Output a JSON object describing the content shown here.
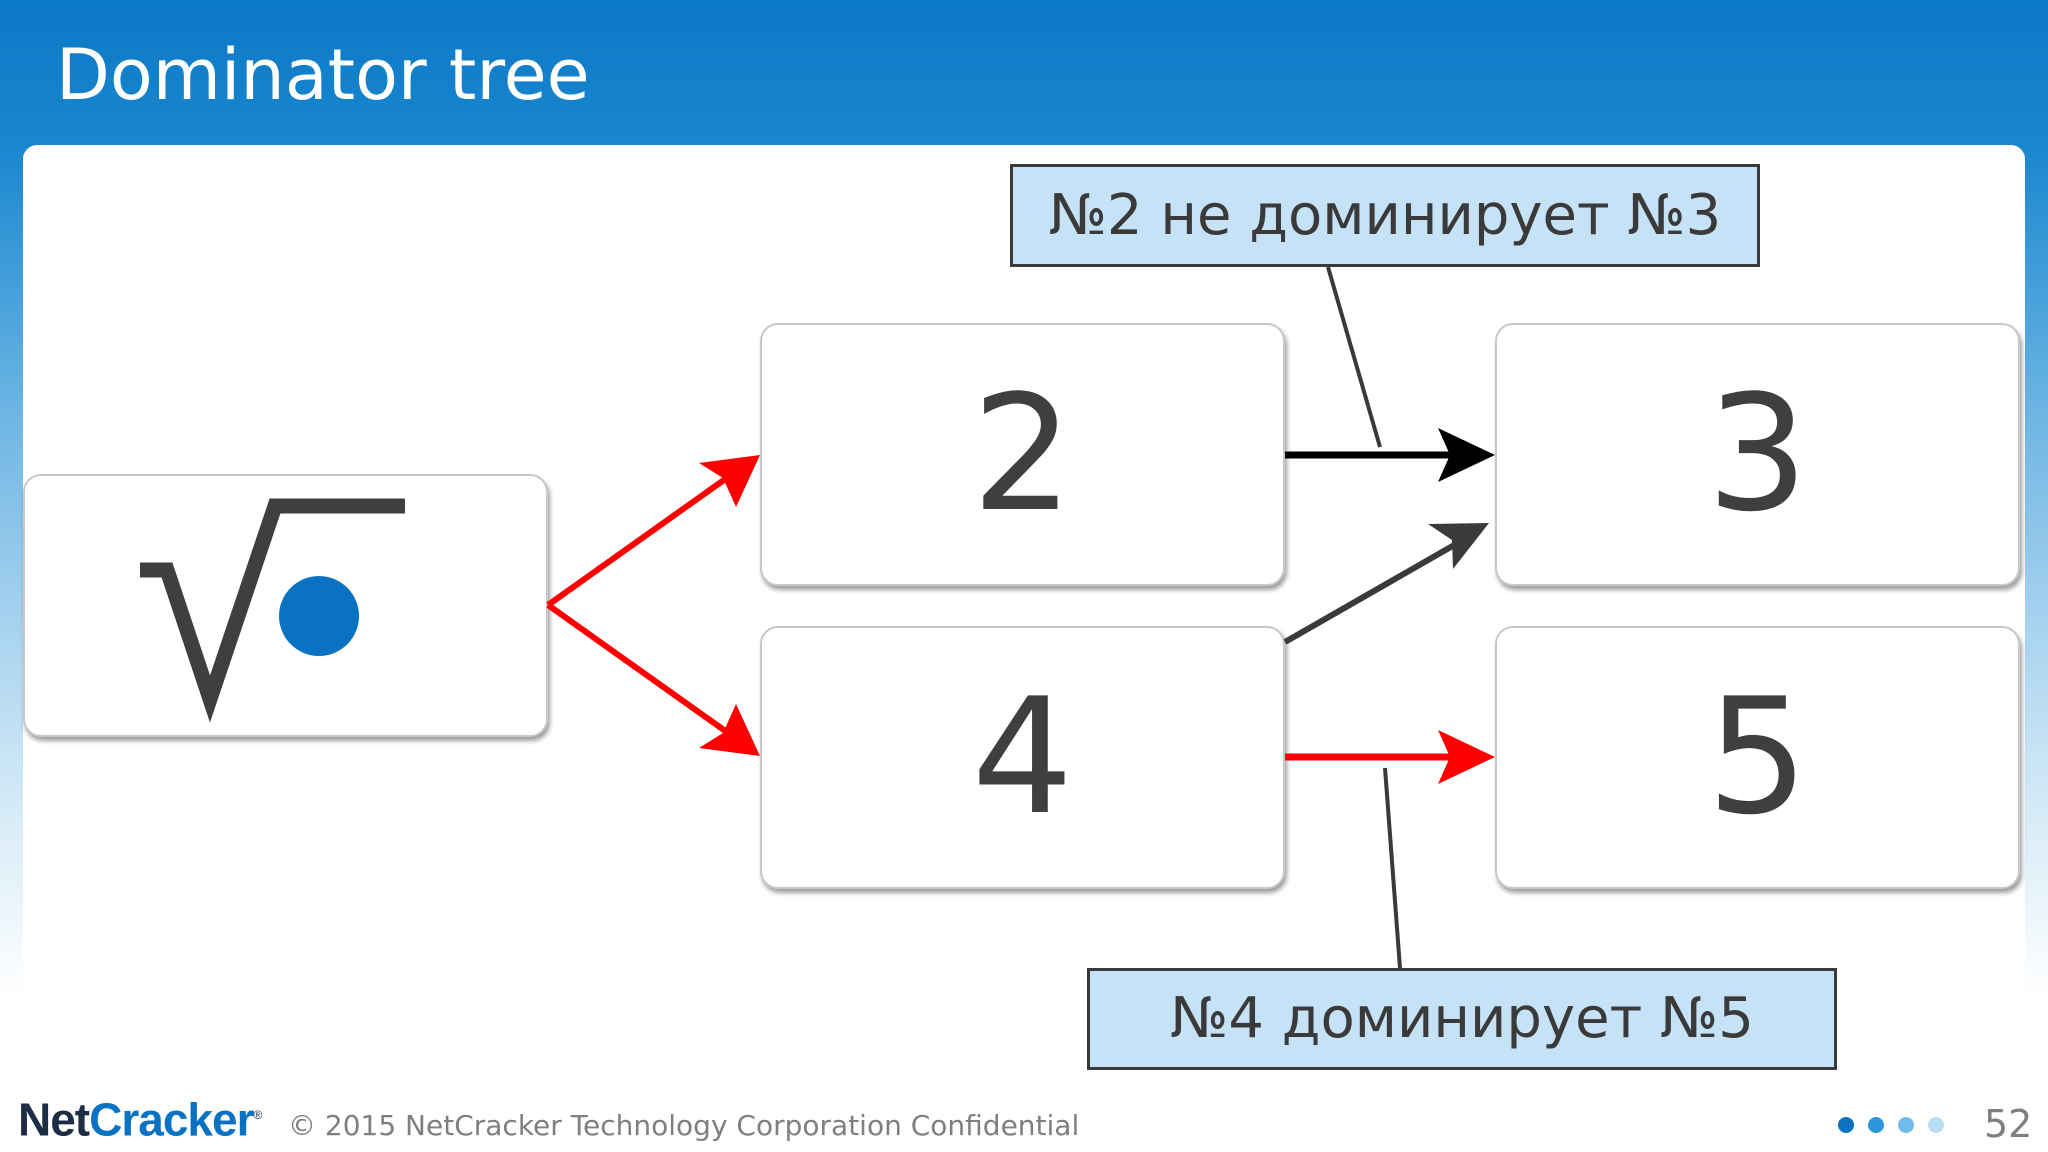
{
  "slide": {
    "title": "Dominator tree"
  },
  "diagram": {
    "nodes": [
      {
        "id": "root",
        "label": ""
      },
      {
        "id": "n2",
        "label": "2"
      },
      {
        "id": "n3",
        "label": "3"
      },
      {
        "id": "n4",
        "label": "4"
      },
      {
        "id": "n5",
        "label": "5"
      }
    ],
    "edges": [
      {
        "from": "root",
        "to": "n2",
        "color": "#ff0000"
      },
      {
        "from": "root",
        "to": "n4",
        "color": "#ff0000"
      },
      {
        "from": "n2",
        "to": "n3",
        "color": "#000000"
      },
      {
        "from": "n4",
        "to": "n3",
        "color": "#3a3a3a"
      },
      {
        "from": "n4",
        "to": "n5",
        "color": "#ff0000"
      }
    ],
    "callouts": {
      "top": "№2 не доминирует №3",
      "bottom": "№4 доминирует №5"
    },
    "root_icon": {
      "name": "root-logo-icon",
      "color_dot": "#0a72c2",
      "color_mark": "#3f3f3f"
    }
  },
  "footer": {
    "logo_net": "Net",
    "logo_cracker": "Cracker",
    "logo_reg": "®",
    "copyright": "© 2015 NetCracker Technology Corporation Confidential",
    "page_number": "52",
    "dot_colors": [
      "#0a72c2",
      "#2f95db",
      "#6fbbe9",
      "#b8def5"
    ]
  }
}
